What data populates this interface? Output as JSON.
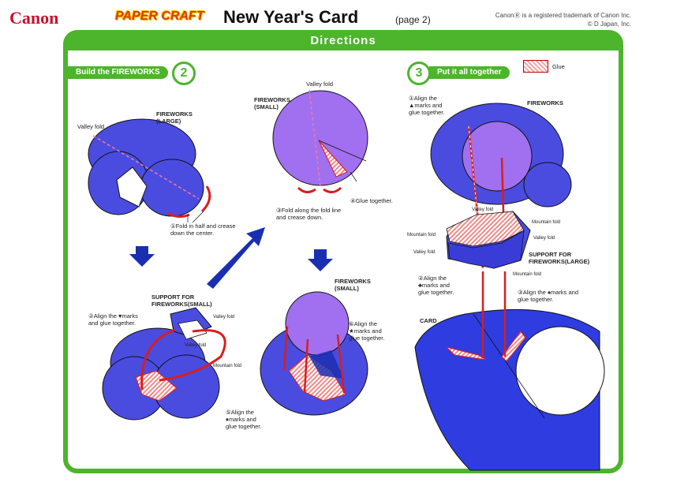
{
  "header": {
    "brand": "Canon",
    "product": "PAPER CRAFT",
    "title": "New Year's Card",
    "page": "(page 2)",
    "trademark_line1": "CanonⓇ is a registered trademark of Canon Inc.",
    "trademark_line2": "© D Japan, Inc."
  },
  "section_title": "Directions",
  "step2": {
    "label": "Build the FIREWORKS",
    "number": "2",
    "fireworks_large": "FIREWORKS\n(LARGE)",
    "valley_fold_1": "Valley fold",
    "instr1": "①Fold in half and crease\ndown the center.",
    "fireworks_small": "FIREWORKS\n(SMALL)",
    "valley_fold_2": "Valley fold",
    "instr3": "③Fold along the fold line\nand crease down.",
    "instr4": "④Glue together.",
    "support_small": "SUPPORT FOR\nFIREWORKS(SMALL)",
    "instr2": "②Align the ♥marks\nand glue together.",
    "valley_fold_3": "Valley fold",
    "valley_fold_4": "Valley fold",
    "mountain_fold_1": "Mountain fold",
    "fireworks_small_2": "FIREWORKS\n(SMALL)",
    "instr6": "⑥Align the\n★marks and\nglue together.",
    "instr5": "⑤Align the\n♦marks and\nglue together."
  },
  "step3": {
    "number": "3",
    "label": "Put it all together",
    "glue_legend": "Glue",
    "instr1": "①Align the\n▲marks and\nglue together.",
    "fireworks": "FIREWORKS",
    "valley_fold_a": "Valley fold",
    "mountain_fold_a": "Mountain fold",
    "mountain_fold_b": "Mountain fold",
    "valley_fold_b": "Valley fold",
    "valley_fold_c": "Valley fold",
    "support_large": "SUPPORT FOR\nFIREWORKS(LARGE)",
    "mountain_fold_c": "Mountain fold",
    "instr2": "②Align the\n♣marks and\nglue together.",
    "instr3": "③Align the ♠marks and\nglue together.",
    "card": "CARD"
  },
  "colors": {
    "green": "#4cb52c",
    "blue": "#4a4ce0",
    "purple": "#a070f0",
    "red": "#d81e1e",
    "arrow": "#1a2fb0"
  }
}
